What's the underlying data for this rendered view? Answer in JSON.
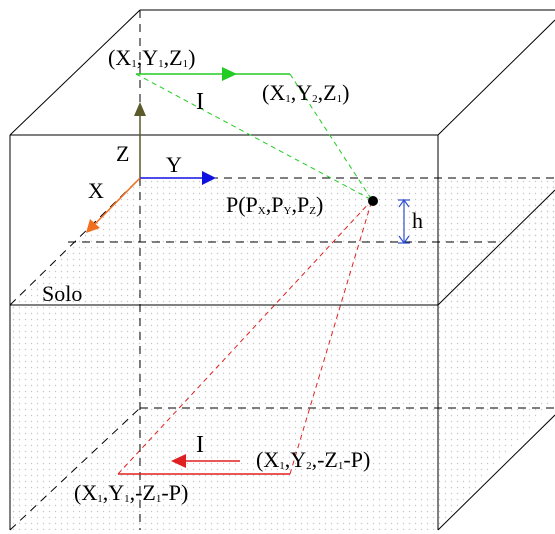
{
  "labels": {
    "point_top_left": {
      "x": "X",
      "x_sub": "1",
      "y": "Y",
      "y_sub": "1",
      "z": "Z",
      "z_sub": "1"
    },
    "point_top_right": {
      "x": "X",
      "x_sub": "1",
      "y": "Y",
      "y_sub": "2",
      "z": "Z",
      "z_sub": "1"
    },
    "point_bottom_right": {
      "x": "X",
      "x_sub": "1",
      "y": "Y",
      "y_sub": "2",
      "z": "-Z",
      "z_sub": "1",
      "tail": "-P"
    },
    "point_bottom_left": {
      "x": "X",
      "x_sub": "1",
      "y": "Y",
      "y_sub": "1",
      "z": "-Z",
      "z_sub": "1",
      "tail": "-P"
    },
    "observation_point": {
      "prefix": "P(P",
      "x_sub": "X",
      "y": "P",
      "y_sub": "Y",
      "z": "P",
      "z_sub": "Z"
    },
    "current_top": "I",
    "current_bottom": "I",
    "axis_x": "X",
    "axis_y": "Y",
    "axis_z": "Z",
    "depth": "h",
    "soil": "Solo"
  },
  "colors": {
    "axis_x": "#f07020",
    "axis_y": "#1010e0",
    "axis_z": "#5a5a2a",
    "image_source": "#22cc22",
    "image_mirror": "#e02020",
    "depth": "#3050d0",
    "soil_dots": "#c8c8c8",
    "frame": "#000000"
  }
}
